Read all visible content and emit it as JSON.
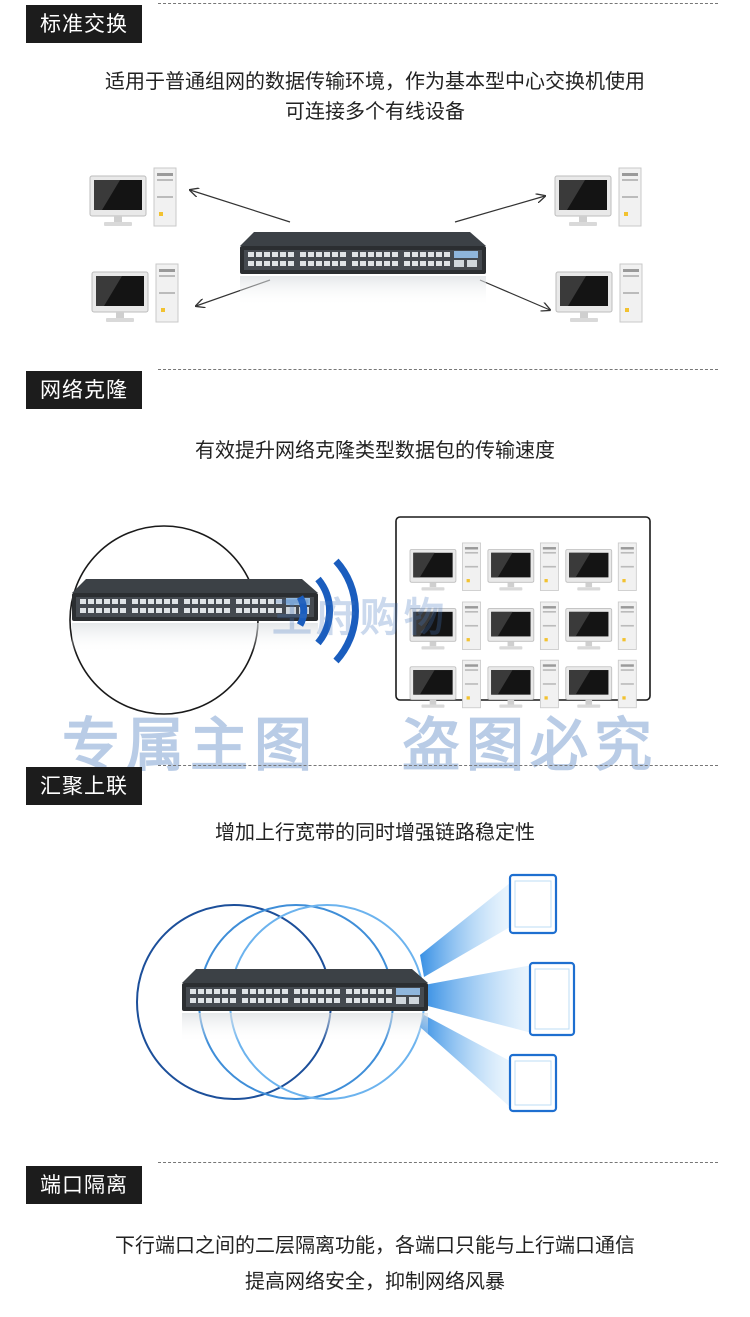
{
  "sections": [
    {
      "tag": "标准交换",
      "desc_line1": "适用于普通组网的数据传输环境，作为基本型中心交换机使用",
      "desc_line2": "可连接多个有线设备"
    },
    {
      "tag": "网络克隆",
      "desc_line1": "有效提升网络克隆类型数据包的传输速度"
    },
    {
      "tag": "汇聚上联",
      "desc_line1": "增加上行宽带的同时增强链路稳定性"
    },
    {
      "tag": "端口隔离",
      "desc_line1": "下行端口之间的二层隔离功能，各端口只能与上行端口通信",
      "desc_line2": "提高网络安全，抑制网络风暴"
    }
  ],
  "watermark": {
    "left": "专属主图",
    "right": "盗图必究",
    "center": "王府购物"
  },
  "icons": [
    "desktop-computer-icon",
    "network-switch-icon",
    "wireless-signal-icon",
    "monitor-icon"
  ],
  "colors": {
    "tag_bg": "#1c1c1c",
    "accent_blue": "#1e6fd0",
    "light_blue": "#57a9ec"
  }
}
